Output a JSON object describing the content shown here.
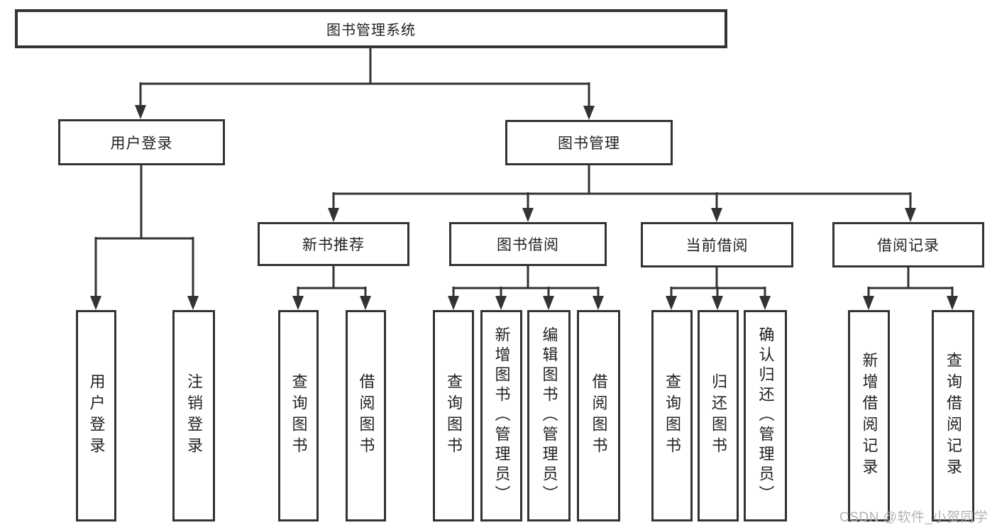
{
  "page": {
    "background": "#ffffff"
  },
  "palette": {
    "line": "#333333",
    "box_fill": "#ffffff",
    "text": "#222222",
    "watermark_color": "#b3b3b3"
  },
  "watermark": {
    "text": "CSDN @软件_小贺同学"
  },
  "diagram": {
    "type": "hierarchy-tree",
    "tree": {
      "root": {
        "label": "图书管理系统"
      },
      "branches": [
        {
          "label": "用户登录",
          "children": [
            {
              "label": "用户登录"
            },
            {
              "label": "注销登录"
            }
          ]
        },
        {
          "label": "图书管理",
          "children": [
            {
              "label": "新书推荐",
              "children": [
                {
                  "label": "查询图书"
                },
                {
                  "label": "借阅图书"
                }
              ]
            },
            {
              "label": "图书借阅",
              "children": [
                {
                  "label": "查询图书"
                },
                {
                  "label": "新增图书（管理员）"
                },
                {
                  "label": "编辑图书（管理员）"
                },
                {
                  "label": "借阅图书"
                }
              ]
            },
            {
              "label": "当前借阅",
              "children": [
                {
                  "label": "查询图书"
                },
                {
                  "label": "归还图书"
                },
                {
                  "label": "确认归还（管理员）"
                }
              ]
            },
            {
              "label": "借阅记录",
              "children": [
                {
                  "label": "新增借阅记录"
                },
                {
                  "label": "查询借阅记录"
                }
              ]
            }
          ]
        }
      ]
    }
  }
}
